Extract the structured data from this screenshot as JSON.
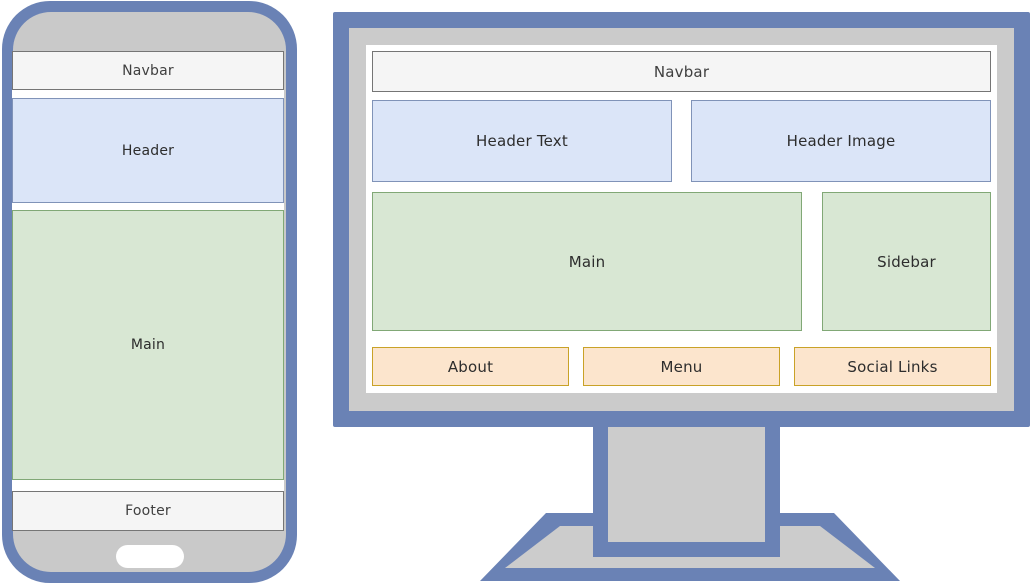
{
  "phone": {
    "navbar": "Navbar",
    "header": "Header",
    "main": "Main",
    "footer": "Footer"
  },
  "desktop": {
    "navbar": "Navbar",
    "header_text": "Header Text",
    "header_image": "Header Image",
    "main": "Main",
    "sidebar": "Sidebar",
    "about": "About",
    "menu": "Menu",
    "social_links": "Social Links"
  },
  "colors": {
    "device_frame_blue": "#6a82b5",
    "device_body_gray": "#c9c9c9",
    "navbar_fill": "#f5f5f5",
    "navbar_border": "#757575",
    "header_fill": "#dbe5f8",
    "header_border": "#8093b8",
    "main_fill": "#d8e7d3",
    "main_border": "#81a876",
    "footer_box_fill": "#fce5cd",
    "footer_box_border": "#c9a227",
    "screen_background": "#ffffff"
  }
}
